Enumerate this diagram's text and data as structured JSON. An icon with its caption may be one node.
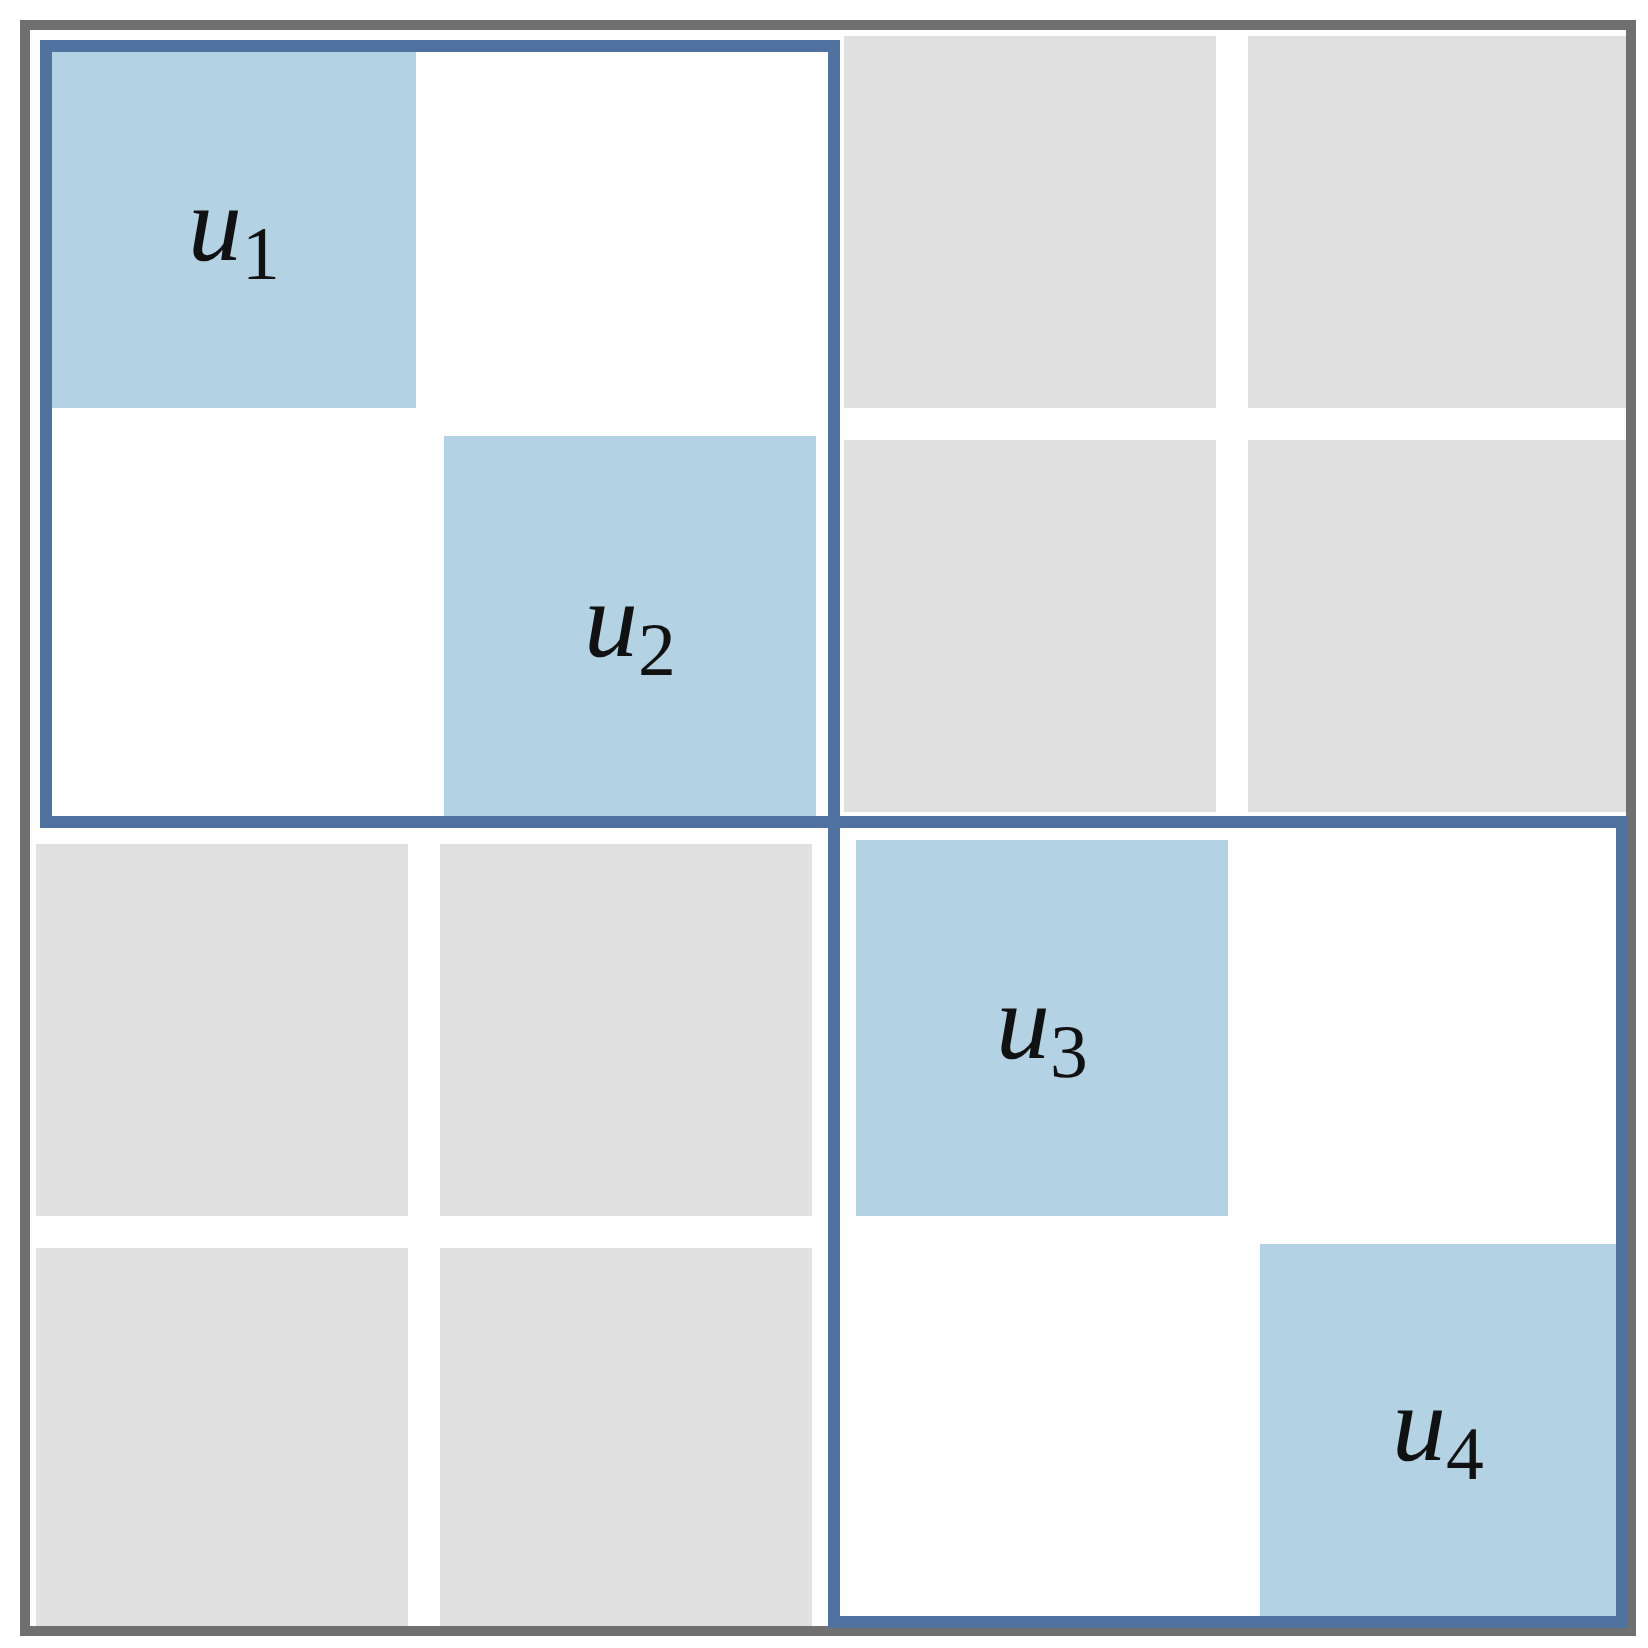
{
  "diagram": {
    "nodes": [
      {
        "text": [],
        "shape": "box"
      },
      {
        "text": [
          "*u*$_{1}$"
        ],
        "in": 0
      },
      {
        "text": [
          "*u*$_{2}$"
        ],
        "in": 0
      },
      {
        "text": [],
        "shape": "box"
      },
      {
        "text": [
          "*u*$_{3}$"
        ],
        "in": 3
      },
      {
        "text": [
          "*u*$_{4}$"
        ],
        "in": 3
      }
    ]
  }
}
